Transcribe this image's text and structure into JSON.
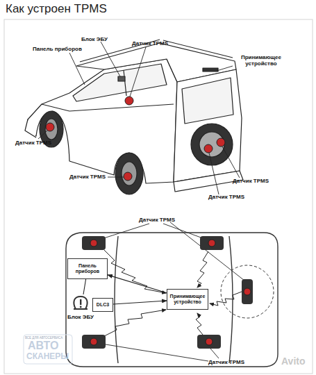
{
  "diagram": {
    "title": "Как устроен TPMS",
    "nodes": [
      {
        "text": [
          "Панель приборов"
        ]
      },
      {
        "text": [
          "Блок ЭБУ"
        ]
      },
      {
        "text": [
          "DLC3"
        ]
      },
      {
        "text": [
          "Принимающее устройство"
        ]
      }
    ],
    "edges": [
      {
        "from": 3,
        "to": 0,
        "arrow": "to"
      },
      {
        "from": 0,
        "to": 1,
        "arrow": "none"
      },
      {
        "from": 2,
        "to": 3,
        "arrow": "to"
      }
    ],
    "labels": [
      "Панель приборов",
      "Блок ЭБУ",
      "Датчик TPMS",
      "Принимающее устройство",
      "Датчик TPMS",
      "Датчик TPMS",
      "Датчик TPMS",
      "Датчик TPMS",
      "Датчик TPMS",
      "Датчик TPMS",
      "ВСЕ ДЛЯ АВТОСЕРВИСА",
      "АВТО",
      "СКАНЕРЫ",
      "Avito"
    ]
  }
}
